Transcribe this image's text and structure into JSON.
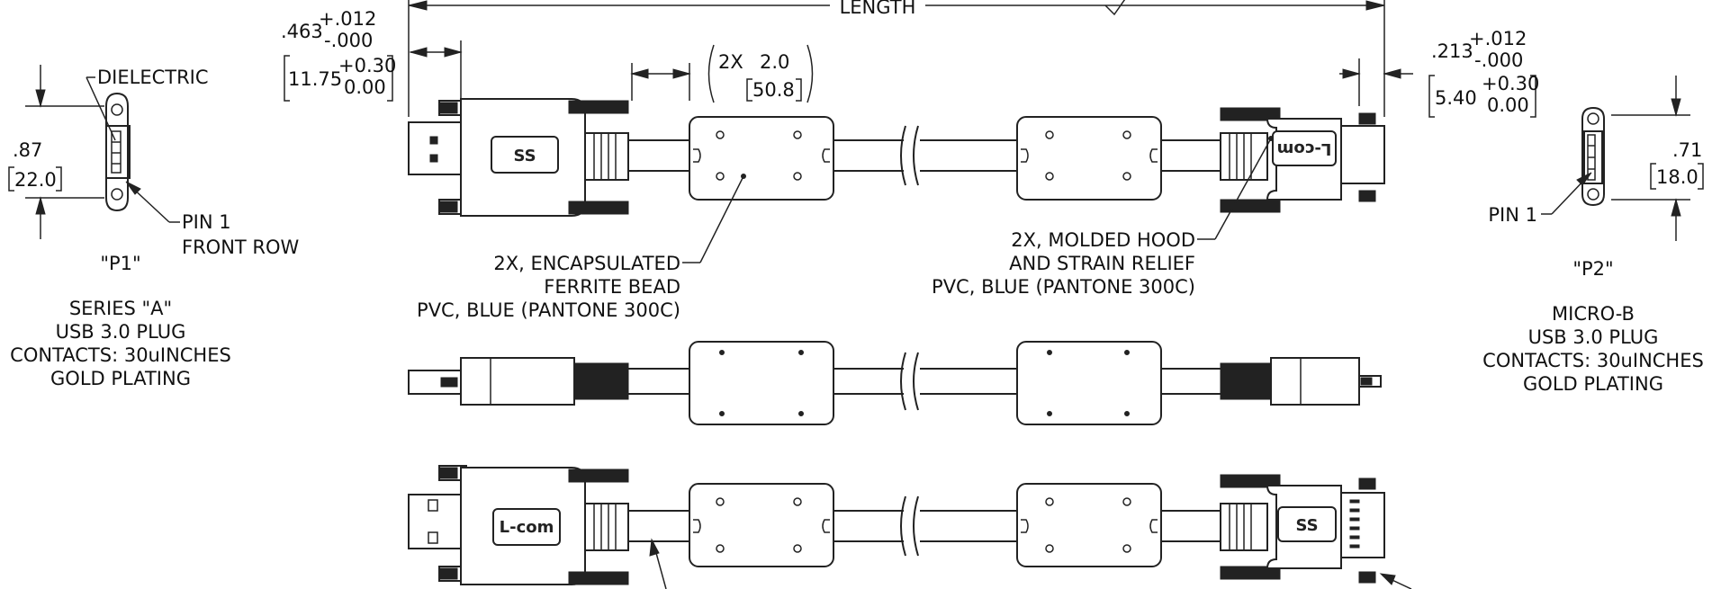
{
  "length_label": "LENGTH",
  "p1": {
    "callout_dielectric": "DIELECTRIC",
    "callout_pin1": "PIN 1",
    "callout_front_row": "FRONT ROW",
    "height_in": ".87",
    "height_mm": "22.0",
    "tag": "\"P1\"",
    "desc": [
      "SERIES \"A\"",
      "USB 3.0 PLUG",
      "CONTACTS: 30uINCHES",
      "GOLD PLATING"
    ]
  },
  "p2": {
    "callout_pin1": "PIN 1",
    "height_in": ".71",
    "height_mm": "18.0",
    "tag": "\"P2\"",
    "desc": [
      "MICRO-B",
      "USB 3.0 PLUG",
      "CONTACTS: 30uINCHES",
      "GOLD PLATING"
    ]
  },
  "dim_left": {
    "nominal_in": ".463",
    "tol_plus_in": "+.012",
    "tol_minus_in": "-.000",
    "nominal_mm": "11.75",
    "tol_plus_mm": "+0.30",
    "tol_minus_mm": "0.00"
  },
  "dim_right": {
    "nominal_in": ".213",
    "tol_plus_in": "+.012",
    "tol_minus_in": "-.000",
    "nominal_mm": "5.40",
    "tol_plus_mm": "+0.30",
    "tol_minus_mm": "0.00"
  },
  "dim_ferrite": {
    "qty": "2X",
    "in": "2.0",
    "mm": "50.8"
  },
  "callout_ferrite": [
    "2X, ENCAPSULATED",
    "FERRITE BEAD",
    "PVC, BLUE (PANTONE 300C)"
  ],
  "callout_hood": [
    "2X, MOLDED HOOD",
    "AND STRAIN RELIEF",
    "PVC, BLUE (PANTONE 300C)"
  ],
  "logos": {
    "ss": "SS",
    "brand": "L-com",
    "brand_mirror": "L-com"
  }
}
